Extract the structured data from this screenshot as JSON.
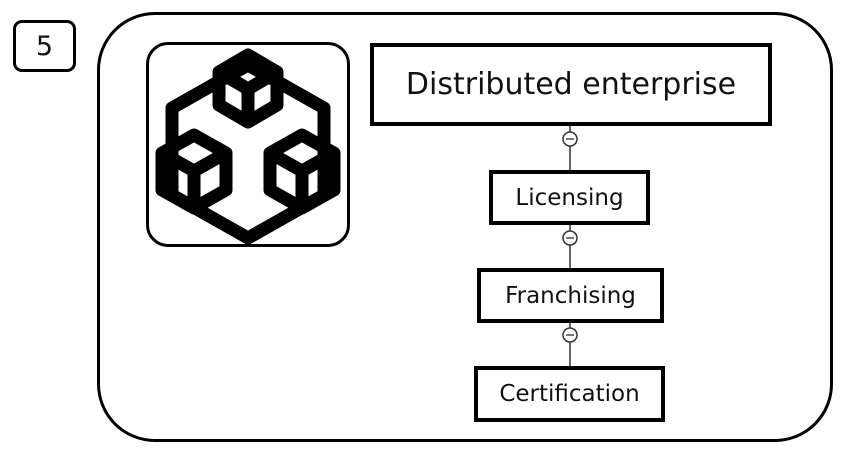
{
  "badge": {
    "number": "5"
  },
  "diagram": {
    "root": "Distributed enterprise",
    "children": [
      "Licensing",
      "Franchising",
      "Certification"
    ],
    "connector_symbol": "minus-circle"
  },
  "icons": {
    "logo": "three-cubes-network-icon"
  },
  "colors": {
    "stroke": "#000000",
    "background": "#ffffff"
  }
}
